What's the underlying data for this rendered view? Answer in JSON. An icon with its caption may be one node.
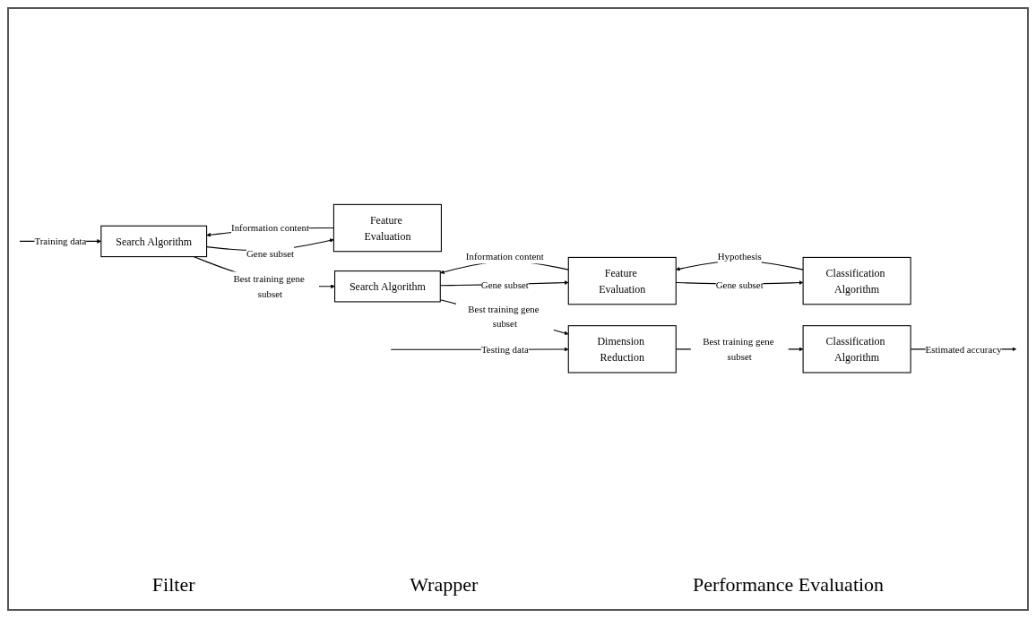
{
  "diagram": {
    "nodes": [
      {
        "text": [
          "Search Algorithm"
        ]
      },
      {
        "text": [
          "Feature Evaluation"
        ]
      },
      {
        "text": [
          "Search Algorithm"
        ]
      },
      {
        "text": [
          "Feature Evaluation"
        ]
      },
      {
        "text": [
          "Classification Algorithm"
        ]
      },
      {
        "text": [
          "Dimension Reduction"
        ]
      },
      {
        "text": [
          "Classification Algorithm"
        ]
      }
    ],
    "edges": [
      {
        "from": null,
        "to": 0,
        "arrow": "to",
        "label": "Training data"
      },
      {
        "from": null,
        "to": 5,
        "arrow": "to",
        "label": "Testing data"
      },
      {
        "from": 0,
        "to": 2,
        "arrow": "to",
        "label": "Best training gene subset"
      },
      {
        "from": 0,
        "to": 1,
        "arrow": "to",
        "label": "Gene subset"
      },
      {
        "from": 1,
        "to": 0,
        "arrow": "to",
        "label": "Information content"
      },
      {
        "from": 2,
        "to": 3,
        "arrow": "to",
        "label": "Gene subset"
      },
      {
        "from": 3,
        "to": 2,
        "arrow": "to",
        "label": "Information content"
      },
      {
        "from": 3,
        "to": 4,
        "arrow": "to",
        "label": "Gene subset"
      },
      {
        "from": 4,
        "to": 3,
        "arrow": "to",
        "label": "Hypothesis"
      },
      {
        "from": 2,
        "to": 5,
        "arrow": "to",
        "label": "Best training gene subset"
      },
      {
        "from": 5,
        "to": 6,
        "arrow": "to",
        "label": "Best training gene subset"
      },
      {
        "from": 6,
        "to": null,
        "arrow": "to",
        "label": "Estimated accuracy"
      }
    ],
    "labels": [
      "Filter",
      "Wrapper",
      "Performance Evaluation"
    ]
  }
}
